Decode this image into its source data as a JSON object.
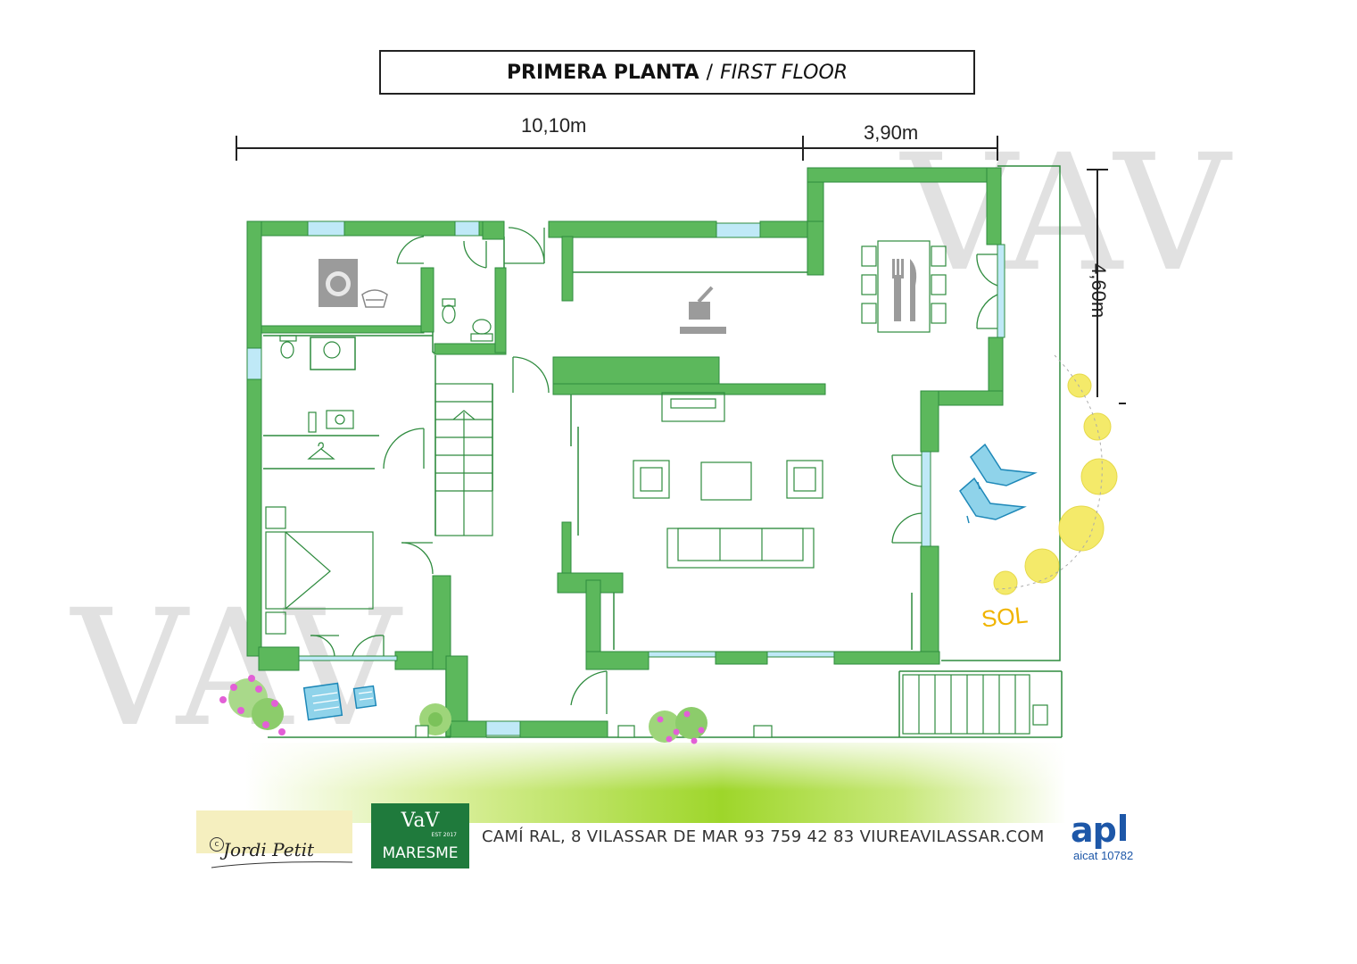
{
  "title": {
    "primary": "PRIMERA PLANTA",
    "separator": "/",
    "secondary": "FIRST FLOOR"
  },
  "dimensions": {
    "main_width": "10,10m",
    "side_width": "3,90m",
    "side_depth": "4,60m"
  },
  "labels": {
    "sun": "SOL"
  },
  "watermark": {
    "text": "VAV"
  },
  "footer": {
    "copyright_symbol": "c",
    "photographer": "Jordi Petit",
    "brand_logo": "VaV",
    "brand_est": "EST 2017",
    "brand_name": "MARESME",
    "address": "CAMÍ RAL, 8 VILASSAR DE MAR 93 759 42 83  VIUREAVILASSAR.COM",
    "api_logo": "ap",
    "aicat": "aicat 10782"
  },
  "colors": {
    "wall": "#5cb85c",
    "wall_line": "#2e8b3e",
    "window": "#bfe9f7",
    "sun_circle": "#f4ea6a",
    "lounger": "#8fd3ea",
    "brand_green": "#1f7a3c",
    "api_blue": "#1d57a8",
    "sun_text": "#f0b400"
  },
  "icons": [
    "washing-machine-icon",
    "laundry-basket-icon",
    "toilet-icon",
    "sink-icon",
    "hanger-icon",
    "bed-icon",
    "stairs-icon",
    "cooktop-icon",
    "fork-knife-icon",
    "sofa-icon",
    "armchair-icon",
    "tv-icon",
    "sun-lounger-icon",
    "plant-icon"
  ]
}
